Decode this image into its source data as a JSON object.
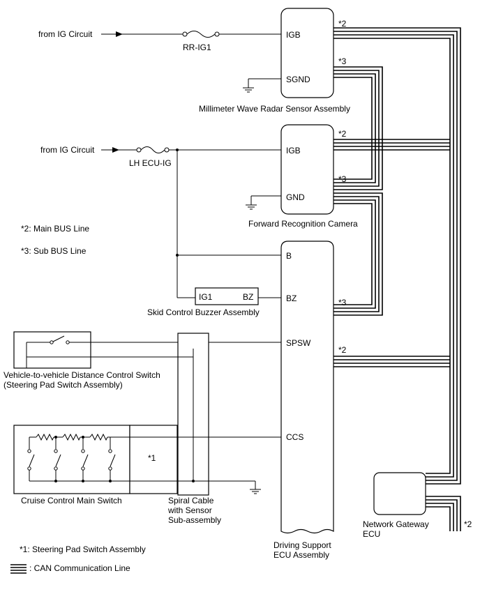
{
  "inputs": {
    "ig1": "from IG Circuit",
    "ig2": "from IG Circuit"
  },
  "fuses": {
    "rr_ig1": "RR-IG1",
    "lh_ecu_ig": "LH ECU-IG"
  },
  "radar": {
    "name": "Millimeter Wave Radar Sensor Assembly",
    "pin_igb": "IGB",
    "pin_sgnd": "SGND"
  },
  "camera": {
    "name": "Forward Recognition Camera",
    "pin_igb": "IGB",
    "pin_gnd": "GND"
  },
  "buzzer": {
    "name": "Skid Control Buzzer Assembly",
    "pin_ig1": "IG1",
    "pin_bz": "BZ"
  },
  "ecu": {
    "name_line1": "Driving Support",
    "name_line2": "ECU Assembly",
    "pin_b": "B",
    "pin_bz": "BZ",
    "pin_spsw": "SPSW",
    "pin_ccs": "CCS"
  },
  "distance_switch": {
    "line1": "Vehicle-to-vehicle Distance Control Switch",
    "line2": "(Steering Pad Switch Assembly)"
  },
  "cruise_switch": {
    "name": "Cruise Control Main Switch"
  },
  "spiral_cable": {
    "line1": "Spiral Cable",
    "line2": "with Sensor",
    "line3": "Sub-assembly"
  },
  "gateway": {
    "line1": "Network Gateway",
    "line2": "ECU"
  },
  "bus_marks": {
    "main": "*2",
    "sub": "*3",
    "pad": "*1"
  },
  "notes": {
    "main_bus": "*2: Main BUS Line",
    "sub_bus": "*3: Sub BUS Line",
    "steering_pad": "*1: Steering Pad Switch Assembly",
    "can_line": ": CAN Communication Line"
  }
}
